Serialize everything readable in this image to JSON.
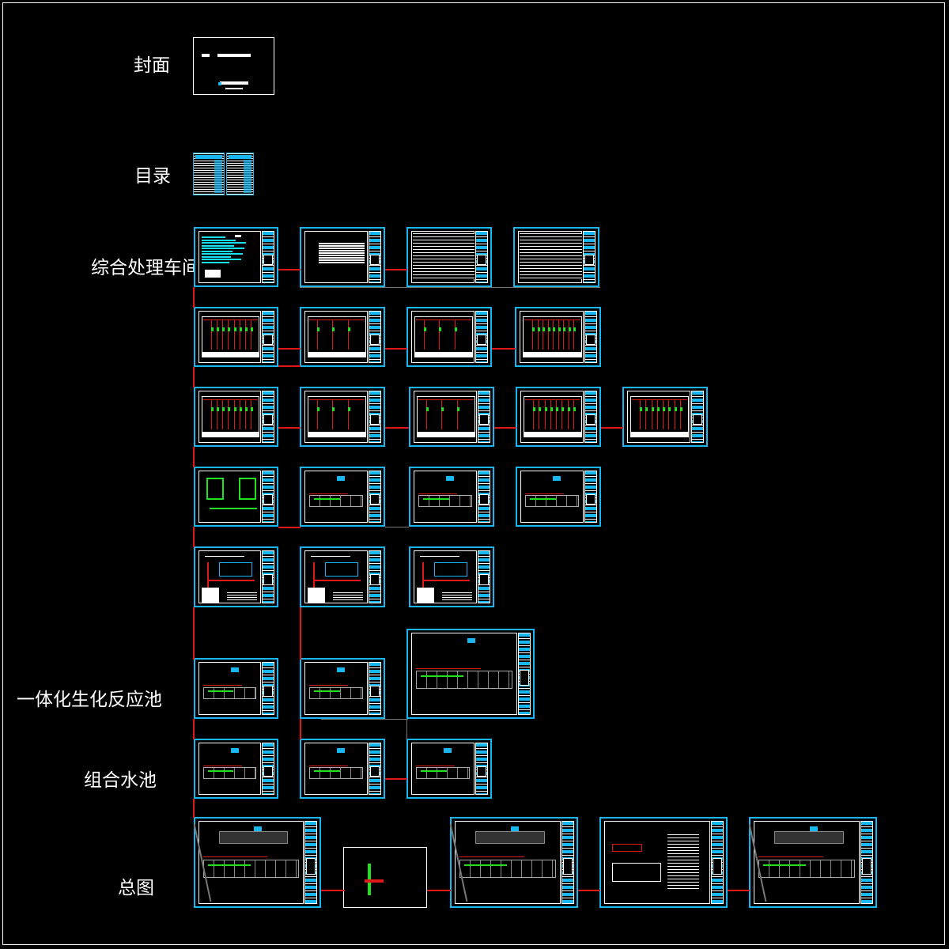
{
  "groups": [
    {
      "label": "封面"
    },
    {
      "label": "目录"
    },
    {
      "label": "综合处理车间"
    },
    {
      "label": "一体化生化反应池"
    },
    {
      "label": "组合水池"
    },
    {
      "label": "总图"
    }
  ],
  "colors": {
    "sheet_border": "#19b7f0",
    "frame": "#ffffff",
    "connector": "#e01818",
    "background": "#000000"
  }
}
